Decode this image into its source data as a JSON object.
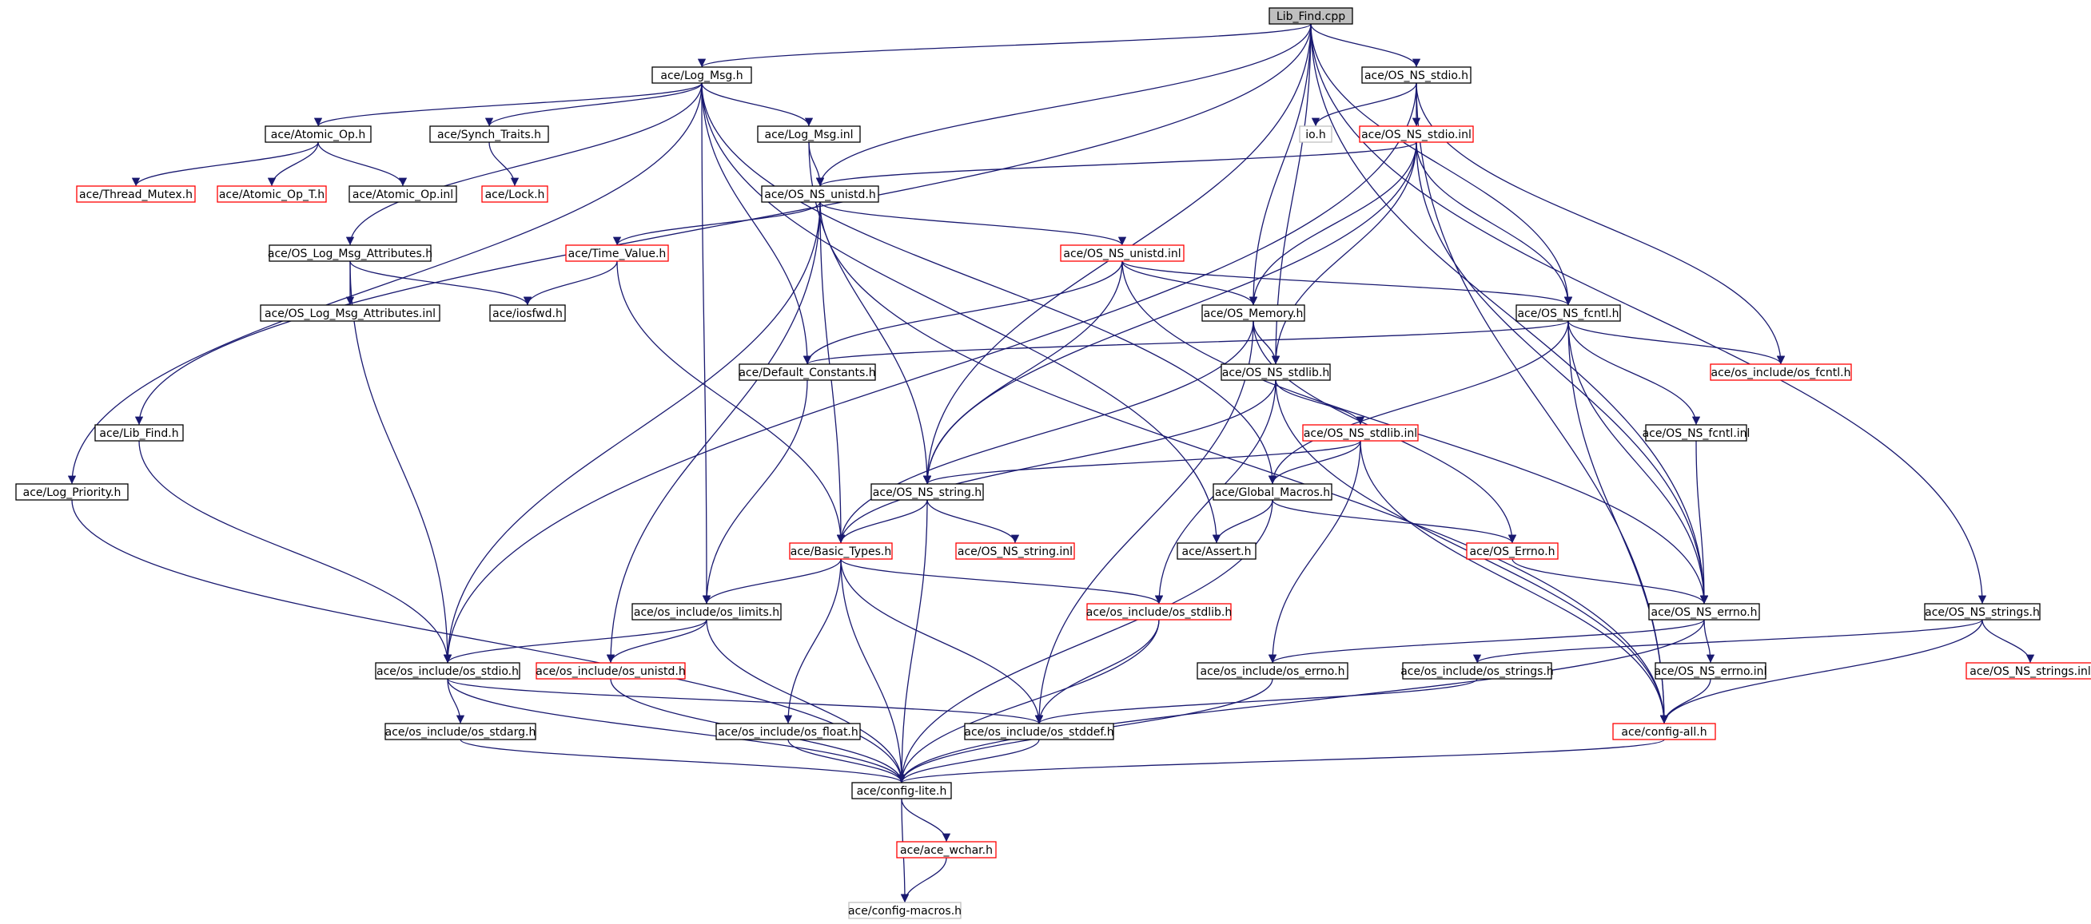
{
  "colors": {
    "edge": "#191970",
    "root_fill": "#bfbfbf",
    "documented_border": "#000000",
    "undocumented_border": "#ff0000",
    "external_border": "#bfbfbf"
  },
  "nodes": [
    {
      "id": "lib_find_cpp",
      "label": "Lib_Find.cpp",
      "style": "root"
    },
    {
      "id": "log_msg_h",
      "label": "ace/Log_Msg.h",
      "style": "doc"
    },
    {
      "id": "os_ns_stdio_h",
      "label": "ace/OS_NS_stdio.h",
      "style": "doc"
    },
    {
      "id": "atomic_op_h",
      "label": "ace/Atomic_Op.h",
      "style": "doc"
    },
    {
      "id": "synch_traits_h",
      "label": "ace/Synch_Traits.h",
      "style": "doc"
    },
    {
      "id": "log_msg_inl",
      "label": "ace/Log_Msg.inl",
      "style": "doc"
    },
    {
      "id": "io_h",
      "label": "io.h",
      "style": "ext"
    },
    {
      "id": "os_ns_stdio_inl",
      "label": "ace/OS_NS_stdio.inl",
      "style": "red"
    },
    {
      "id": "thread_mutex_h",
      "label": "ace/Thread_Mutex.h",
      "style": "red"
    },
    {
      "id": "atomic_op_t_h",
      "label": "ace/Atomic_Op_T.h",
      "style": "red"
    },
    {
      "id": "atomic_op_inl",
      "label": "ace/Atomic_Op.inl",
      "style": "doc"
    },
    {
      "id": "lock_h",
      "label": "ace/Lock.h",
      "style": "red"
    },
    {
      "id": "os_ns_unistd_h",
      "label": "ace/OS_NS_unistd.h",
      "style": "doc"
    },
    {
      "id": "os_log_msg_attributes_h",
      "label": "ace/OS_Log_Msg_Attributes.h",
      "style": "doc"
    },
    {
      "id": "time_value_h",
      "label": "ace/Time_Value.h",
      "style": "red"
    },
    {
      "id": "os_ns_unistd_inl",
      "label": "ace/OS_NS_unistd.inl",
      "style": "red"
    },
    {
      "id": "os_log_msg_attributes_inl",
      "label": "ace/OS_Log_Msg_Attributes.inl",
      "style": "doc"
    },
    {
      "id": "iosfwd_h",
      "label": "ace/iosfwd.h",
      "style": "doc"
    },
    {
      "id": "os_memory_h",
      "label": "ace/OS_Memory.h",
      "style": "doc"
    },
    {
      "id": "os_ns_fcntl_h",
      "label": "ace/OS_NS_fcntl.h",
      "style": "doc"
    },
    {
      "id": "default_constants_h",
      "label": "ace/Default_Constants.h",
      "style": "doc"
    },
    {
      "id": "os_ns_stdlib_h",
      "label": "ace/OS_NS_stdlib.h",
      "style": "doc"
    },
    {
      "id": "os_include_os_fcntl_h",
      "label": "ace/os_include/os_fcntl.h",
      "style": "red"
    },
    {
      "id": "lib_find_h",
      "label": "ace/Lib_Find.h",
      "style": "doc"
    },
    {
      "id": "os_ns_stdlib_inl",
      "label": "ace/OS_NS_stdlib.inl",
      "style": "red"
    },
    {
      "id": "os_ns_fcntl_inl",
      "label": "ace/OS_NS_fcntl.inl",
      "style": "doc"
    },
    {
      "id": "log_priority_h",
      "label": "ace/Log_Priority.h",
      "style": "doc"
    },
    {
      "id": "os_ns_string_h",
      "label": "ace/OS_NS_string.h",
      "style": "doc"
    },
    {
      "id": "global_macros_h",
      "label": "ace/Global_Macros.h",
      "style": "doc"
    },
    {
      "id": "basic_types_h",
      "label": "ace/Basic_Types.h",
      "style": "red"
    },
    {
      "id": "os_ns_string_inl",
      "label": "ace/OS_NS_string.inl",
      "style": "red"
    },
    {
      "id": "assert_h",
      "label": "ace/Assert.h",
      "style": "doc"
    },
    {
      "id": "os_errno_h",
      "label": "ace/OS_Errno.h",
      "style": "red"
    },
    {
      "id": "os_include_os_limits_h",
      "label": "ace/os_include/os_limits.h",
      "style": "doc"
    },
    {
      "id": "os_include_os_stdlib_h",
      "label": "ace/os_include/os_stdlib.h",
      "style": "red"
    },
    {
      "id": "os_ns_errno_h",
      "label": "ace/OS_NS_errno.h",
      "style": "doc"
    },
    {
      "id": "os_ns_strings_h",
      "label": "ace/OS_NS_strings.h",
      "style": "doc"
    },
    {
      "id": "os_include_os_stdio_h",
      "label": "ace/os_include/os_stdio.h",
      "style": "doc"
    },
    {
      "id": "os_include_os_unistd_h",
      "label": "ace/os_include/os_unistd.h",
      "style": "red"
    },
    {
      "id": "os_include_os_errno_h",
      "label": "ace/os_include/os_errno.h",
      "style": "doc"
    },
    {
      "id": "os_include_os_strings_h",
      "label": "ace/os_include/os_strings.h",
      "style": "doc"
    },
    {
      "id": "os_ns_errno_inl",
      "label": "ace/OS_NS_errno.inl",
      "style": "doc"
    },
    {
      "id": "os_ns_strings_inl",
      "label": "ace/OS_NS_strings.inl",
      "style": "red"
    },
    {
      "id": "os_include_os_stdarg_h",
      "label": "ace/os_include/os_stdarg.h",
      "style": "doc"
    },
    {
      "id": "os_include_os_float_h",
      "label": "ace/os_include/os_float.h",
      "style": "doc"
    },
    {
      "id": "os_include_os_stddef_h",
      "label": "ace/os_include/os_stddef.h",
      "style": "doc"
    },
    {
      "id": "config_all_h",
      "label": "ace/config-all.h",
      "style": "red"
    },
    {
      "id": "config_lite_h",
      "label": "ace/config-lite.h",
      "style": "doc"
    },
    {
      "id": "ace_wchar_h",
      "label": "ace/ace_wchar.h",
      "style": "red"
    },
    {
      "id": "config_macros_h",
      "label": "ace/config-macros.h",
      "style": "ext"
    }
  ],
  "edges": [
    [
      "lib_find_cpp",
      "log_msg_h"
    ],
    [
      "lib_find_cpp",
      "os_ns_stdio_h"
    ],
    [
      "lib_find_cpp",
      "os_ns_unistd_h"
    ],
    [
      "lib_find_cpp",
      "lib_find_h"
    ],
    [
      "lib_find_cpp",
      "os_memory_h"
    ],
    [
      "lib_find_cpp",
      "os_ns_string_h"
    ],
    [
      "lib_find_cpp",
      "os_ns_stdlib_h"
    ],
    [
      "lib_find_cpp",
      "os_ns_fcntl_h"
    ],
    [
      "lib_find_cpp",
      "os_ns_errno_h"
    ],
    [
      "lib_find_cpp",
      "os_ns_strings_h"
    ],
    [
      "log_msg_h",
      "atomic_op_h"
    ],
    [
      "log_msg_h",
      "synch_traits_h"
    ],
    [
      "log_msg_h",
      "log_msg_inl"
    ],
    [
      "log_msg_h",
      "os_log_msg_attributes_h"
    ],
    [
      "log_msg_h",
      "log_priority_h"
    ],
    [
      "log_msg_h",
      "default_constants_h"
    ],
    [
      "log_msg_h",
      "global_macros_h"
    ],
    [
      "log_msg_h",
      "assert_h"
    ],
    [
      "log_msg_h",
      "os_include_os_limits_h"
    ],
    [
      "atomic_op_h",
      "thread_mutex_h"
    ],
    [
      "atomic_op_h",
      "atomic_op_t_h"
    ],
    [
      "atomic_op_h",
      "atomic_op_inl"
    ],
    [
      "synch_traits_h",
      "lock_h"
    ],
    [
      "log_msg_inl",
      "os_ns_unistd_h"
    ],
    [
      "log_msg_inl",
      "os_ns_string_h"
    ],
    [
      "os_ns_stdio_h",
      "io_h"
    ],
    [
      "os_ns_stdio_h",
      "os_ns_stdio_inl"
    ],
    [
      "os_ns_stdio_h",
      "os_include_os_stdio_h"
    ],
    [
      "os_ns_stdio_h",
      "os_include_os_fcntl_h"
    ],
    [
      "os_ns_stdio_h",
      "config_all_h"
    ],
    [
      "os_ns_stdio_inl",
      "os_ns_unistd_h"
    ],
    [
      "os_ns_stdio_inl",
      "os_memory_h"
    ],
    [
      "os_ns_stdio_inl",
      "os_ns_stdlib_h"
    ],
    [
      "os_ns_stdio_inl",
      "os_ns_fcntl_h"
    ],
    [
      "os_ns_stdio_inl",
      "os_ns_string_h"
    ],
    [
      "os_ns_stdio_inl",
      "os_ns_errno_h"
    ],
    [
      "os_ns_unistd_h",
      "time_value_h"
    ],
    [
      "os_ns_unistd_h",
      "os_ns_unistd_inl"
    ],
    [
      "os_ns_unistd_h",
      "basic_types_h"
    ],
    [
      "os_ns_unistd_h",
      "os_include_os_unistd_h"
    ],
    [
      "os_ns_unistd_h",
      "os_include_os_stdio_h"
    ],
    [
      "os_ns_unistd_h",
      "config_all_h"
    ],
    [
      "os_log_msg_attributes_h",
      "os_log_msg_attributes_inl"
    ],
    [
      "os_log_msg_attributes_h",
      "iosfwd_h"
    ],
    [
      "os_log_msg_attributes_h",
      "os_include_os_stdio_h"
    ],
    [
      "time_value_h",
      "iosfwd_h"
    ],
    [
      "time_value_h",
      "basic_types_h"
    ],
    [
      "os_ns_unistd_inl",
      "default_constants_h"
    ],
    [
      "os_ns_unistd_inl",
      "os_memory_h"
    ],
    [
      "os_ns_unistd_inl",
      "os_ns_fcntl_h"
    ],
    [
      "os_ns_unistd_inl",
      "os_ns_string_h"
    ],
    [
      "os_ns_unistd_inl",
      "os_ns_errno_h"
    ],
    [
      "os_memory_h",
      "os_ns_stdlib_h"
    ],
    [
      "os_memory_h",
      "basic_types_h"
    ],
    [
      "os_memory_h",
      "os_errno_h"
    ],
    [
      "os_memory_h",
      "os_include_os_stddef_h"
    ],
    [
      "os_ns_fcntl_h",
      "os_include_os_fcntl_h"
    ],
    [
      "os_ns_fcntl_h",
      "os_ns_fcntl_inl"
    ],
    [
      "os_ns_fcntl_h",
      "default_constants_h"
    ],
    [
      "os_ns_fcntl_h",
      "global_macros_h"
    ],
    [
      "os_ns_fcntl_h",
      "os_ns_errno_h"
    ],
    [
      "os_ns_fcntl_h",
      "config_all_h"
    ],
    [
      "default_constants_h",
      "os_include_os_limits_h"
    ],
    [
      "os_ns_stdlib_h",
      "os_ns_stdlib_inl"
    ],
    [
      "os_ns_stdlib_h",
      "basic_types_h"
    ],
    [
      "os_ns_stdlib_h",
      "os_include_os_stdlib_h"
    ],
    [
      "os_ns_stdlib_h",
      "config_all_h"
    ],
    [
      "os_ns_stdlib_inl",
      "global_macros_h"
    ],
    [
      "os_ns_stdlib_inl",
      "os_ns_string_h"
    ],
    [
      "os_ns_stdlib_inl",
      "os_include_os_errno_h"
    ],
    [
      "os_ns_stdlib_inl",
      "config_all_h"
    ],
    [
      "os_ns_fcntl_inl",
      "os_ns_errno_h"
    ],
    [
      "lib_find_h",
      "os_include_os_stdio_h"
    ],
    [
      "log_priority_h",
      "config_lite_h"
    ],
    [
      "os_ns_string_h",
      "basic_types_h"
    ],
    [
      "os_ns_string_h",
      "os_ns_string_inl"
    ],
    [
      "os_ns_string_h",
      "config_lite_h"
    ],
    [
      "global_macros_h",
      "assert_h"
    ],
    [
      "global_macros_h",
      "os_errno_h"
    ],
    [
      "global_macros_h",
      "config_lite_h"
    ],
    [
      "os_errno_h",
      "os_ns_errno_h"
    ],
    [
      "basic_types_h",
      "os_include_os_limits_h"
    ],
    [
      "basic_types_h",
      "os_include_os_stdlib_h"
    ],
    [
      "basic_types_h",
      "os_include_os_float_h"
    ],
    [
      "basic_types_h",
      "os_include_os_stddef_h"
    ],
    [
      "basic_types_h",
      "config_lite_h"
    ],
    [
      "os_include_os_limits_h",
      "os_include_os_stdio_h"
    ],
    [
      "os_include_os_limits_h",
      "os_include_os_unistd_h"
    ],
    [
      "os_include_os_limits_h",
      "config_lite_h"
    ],
    [
      "os_include_os_stdlib_h",
      "os_include_os_stddef_h"
    ],
    [
      "os_include_os_stdlib_h",
      "config_lite_h"
    ],
    [
      "os_ns_errno_h",
      "os_ns_errno_inl"
    ],
    [
      "os_ns_errno_h",
      "os_include_os_errno_h"
    ],
    [
      "os_ns_errno_h",
      "config_lite_h"
    ],
    [
      "os_ns_errno_inl",
      "config_all_h"
    ],
    [
      "os_ns_strings_h",
      "os_ns_strings_inl"
    ],
    [
      "os_ns_strings_h",
      "os_include_os_strings_h"
    ],
    [
      "os_ns_strings_h",
      "config_all_h"
    ],
    [
      "os_include_os_stdio_h",
      "os_include_os_stdarg_h"
    ],
    [
      "os_include_os_stdio_h",
      "os_include_os_stddef_h"
    ],
    [
      "os_include_os_stdio_h",
      "config_lite_h"
    ],
    [
      "os_include_os_unistd_h",
      "config_lite_h"
    ],
    [
      "os_include_os_errno_h",
      "config_lite_h"
    ],
    [
      "os_include_os_strings_h",
      "os_include_os_stddef_h"
    ],
    [
      "os_include_os_stdarg_h",
      "config_lite_h"
    ],
    [
      "os_include_os_float_h",
      "config_lite_h"
    ],
    [
      "os_include_os_stddef_h",
      "config_lite_h"
    ],
    [
      "config_all_h",
      "config_lite_h"
    ],
    [
      "config_lite_h",
      "ace_wchar_h"
    ],
    [
      "config_lite_h",
      "config_macros_h"
    ],
    [
      "ace_wchar_h",
      "config_macros_h"
    ]
  ]
}
